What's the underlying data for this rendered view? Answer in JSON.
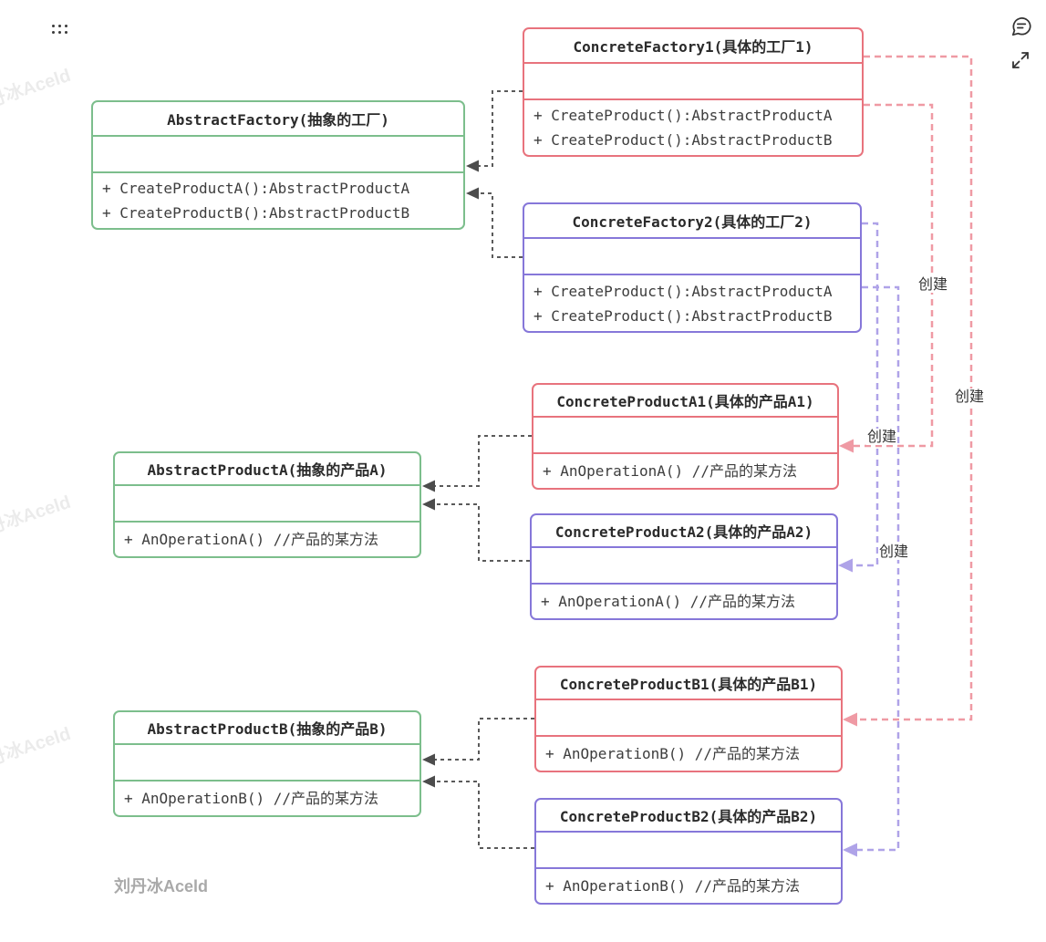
{
  "canvas": {
    "watermark": "丹冰Aceld",
    "signature": "刘丹冰Aceld"
  },
  "icons": {
    "drag_handle": "drag-handle-icon",
    "comment": "comment-icon",
    "expand": "fullscreen-expand-icon"
  },
  "colors": {
    "green_border": "#7CBE8C",
    "red_border": "#E8737D",
    "purple_border": "#8677D9",
    "red_create_line": "#EF9AA4",
    "purple_create_line": "#AFA3E8",
    "dependency_line": "#5a5a5a"
  },
  "labels": {
    "create": "创建"
  },
  "classes": [
    {
      "id": "AbstractFactory",
      "color": "green",
      "title": "AbstractFactory(抽象的工厂)",
      "methods": [
        "+ CreateProductA():AbstractProductA",
        "+ CreateProductB():AbstractProductB"
      ]
    },
    {
      "id": "ConcreteFactory1",
      "color": "red",
      "title": "ConcreteFactory1(具体的工厂1)",
      "methods": [
        "+ CreateProduct():AbstractProductA",
        "+ CreateProduct():AbstractProductB"
      ]
    },
    {
      "id": "ConcreteFactory2",
      "color": "purple",
      "title": "ConcreteFactory2(具体的工厂2)",
      "methods": [
        "+ CreateProduct():AbstractProductA",
        "+ CreateProduct():AbstractProductB"
      ]
    },
    {
      "id": "ConcreteProductA1",
      "color": "red",
      "title": "ConcreteProductA1(具体的产品A1)",
      "methods": [
        "+ AnOperationA() //产品的某方法"
      ]
    },
    {
      "id": "AbstractProductA",
      "color": "green",
      "title": "AbstractProductA(抽象的产品A)",
      "methods": [
        "+ AnOperationA() //产品的某方法"
      ]
    },
    {
      "id": "ConcreteProductA2",
      "color": "purple",
      "title": "ConcreteProductA2(具体的产品A2)",
      "methods": [
        "+ AnOperationA() //产品的某方法"
      ]
    },
    {
      "id": "ConcreteProductB1",
      "color": "red",
      "title": "ConcreteProductB1(具体的产品B1)",
      "methods": [
        "+ AnOperationB() //产品的某方法"
      ]
    },
    {
      "id": "AbstractProductB",
      "color": "green",
      "title": "AbstractProductB(抽象的产品B)",
      "methods": [
        "+ AnOperationB() //产品的某方法"
      ]
    },
    {
      "id": "ConcreteProductB2",
      "color": "purple",
      "title": "ConcreteProductB2(具体的产品B2)",
      "methods": [
        "+ AnOperationB() //产品的某方法"
      ]
    }
  ],
  "edges": [
    {
      "from": "ConcreteFactory1",
      "to": "AbstractFactory",
      "type": "realization"
    },
    {
      "from": "ConcreteFactory2",
      "to": "AbstractFactory",
      "type": "realization"
    },
    {
      "from": "ConcreteProductA1",
      "to": "AbstractProductA",
      "type": "realization"
    },
    {
      "from": "ConcreteProductA2",
      "to": "AbstractProductA",
      "type": "realization"
    },
    {
      "from": "ConcreteProductB1",
      "to": "AbstractProductB",
      "type": "realization"
    },
    {
      "from": "ConcreteProductB2",
      "to": "AbstractProductB",
      "type": "realization"
    },
    {
      "from": "ConcreteFactory1",
      "to": "ConcreteProductA1",
      "type": "create",
      "label": "创建"
    },
    {
      "from": "ConcreteFactory1",
      "to": "ConcreteProductB1",
      "type": "create",
      "label": "创建"
    },
    {
      "from": "ConcreteFactory2",
      "to": "ConcreteProductA2",
      "type": "create",
      "label": "创建"
    },
    {
      "from": "ConcreteFactory2",
      "to": "ConcreteProductB2",
      "type": "create",
      "label": "创建"
    }
  ]
}
